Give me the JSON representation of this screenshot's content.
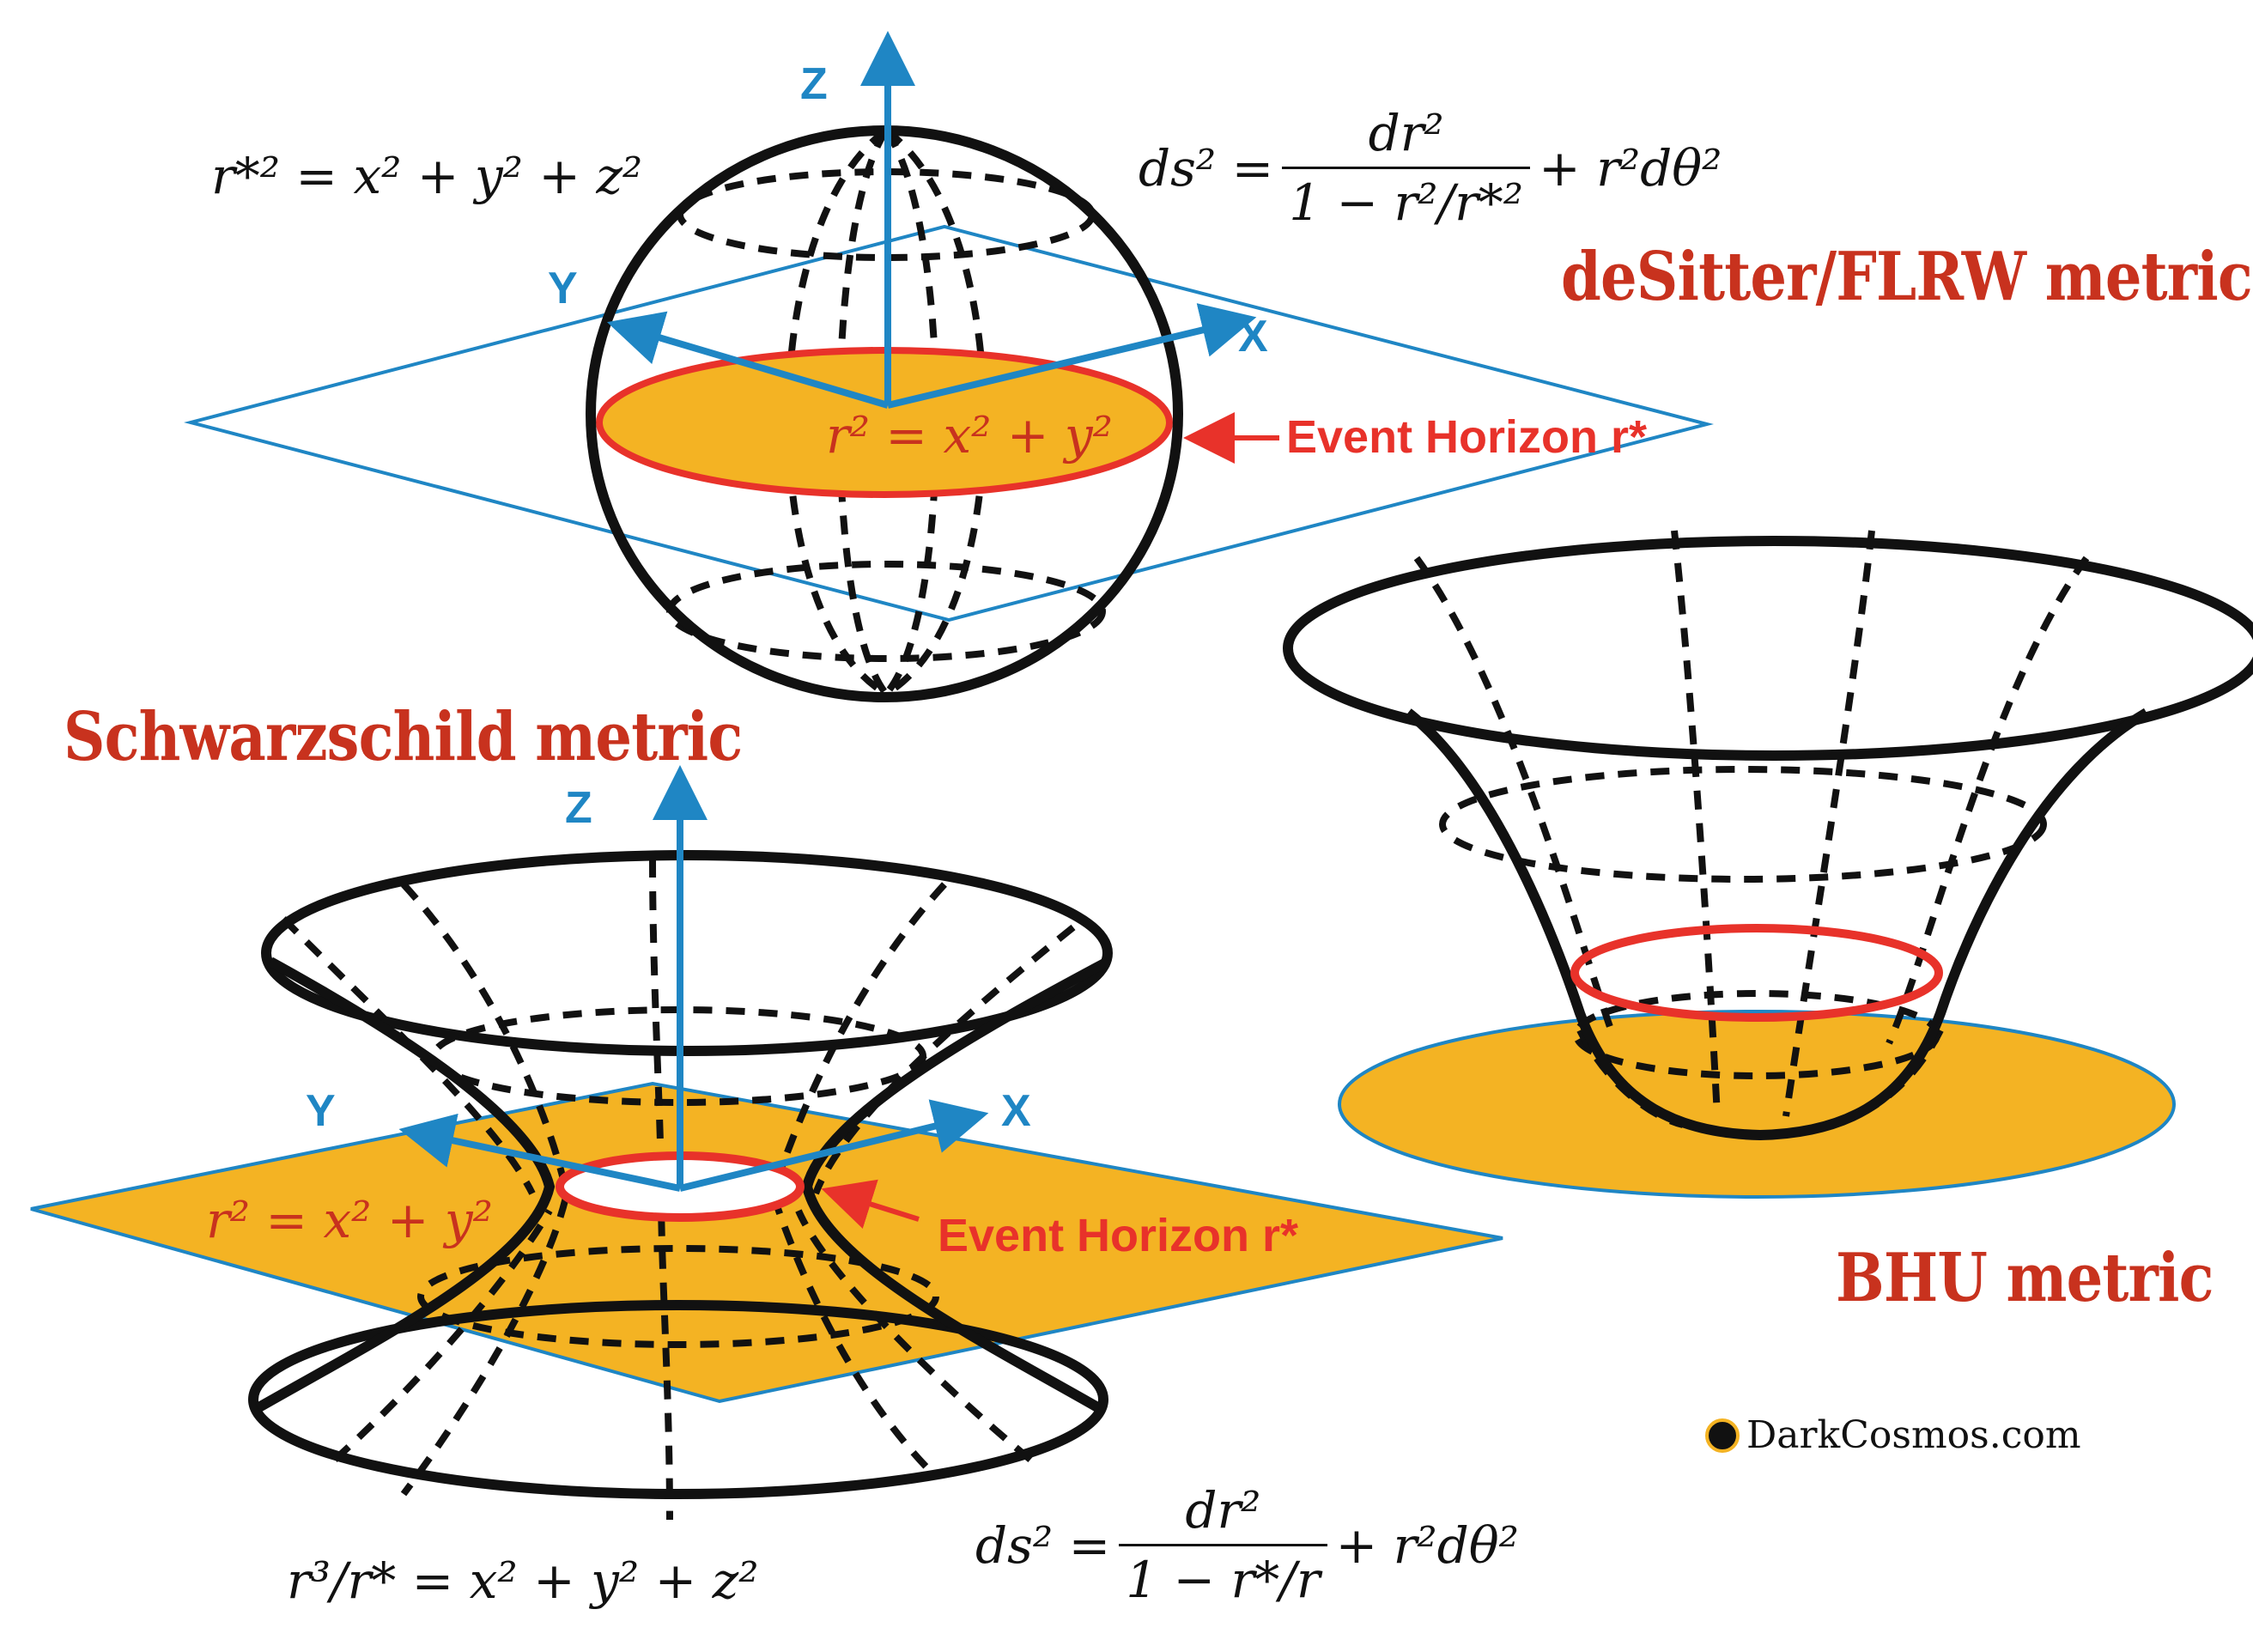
{
  "colors": {
    "title_red": "#c8321e",
    "axis_blue": "#1f86c4",
    "horizon_red": "#e8322a",
    "fill_orange": "#f4b323",
    "outline_black": "#111111"
  },
  "titles": {
    "desitter": "deSitter/FLRW metric",
    "schwarzschild": "Schwarzschild metric",
    "bhu": "BHU metric"
  },
  "axes": {
    "top": {
      "z": "Z",
      "y": "Y",
      "x": "X"
    },
    "bottom": {
      "z": "Z",
      "y": "Y",
      "x": "X"
    }
  },
  "labels": {
    "event_horizon_top": "Event Horizon r*",
    "event_horizon_bottom": "Event Horizon r*"
  },
  "equations": {
    "desitter_surface": "r*² = x² + y² + z²",
    "desitter_metric_lhs": "ds² =",
    "desitter_metric_num": "dr²",
    "desitter_metric_den": "1 − r²/r*²",
    "desitter_metric_rhs": "+ r²dθ²",
    "desitter_disk": "r² = x² + y²",
    "schwarzschild_disk": "r² = x² + y²",
    "schwarzschild_surface": "r³/r* = x² + y² + z²",
    "schwarzschild_metric_lhs": "ds² =",
    "schwarzschild_metric_num": "dr²",
    "schwarzschild_metric_den": "1 − r*/r",
    "schwarzschild_metric_rhs": "+ r²dθ²"
  },
  "credit": {
    "text": "DarkCosmos.com",
    "icon": "black-dot-icon"
  }
}
